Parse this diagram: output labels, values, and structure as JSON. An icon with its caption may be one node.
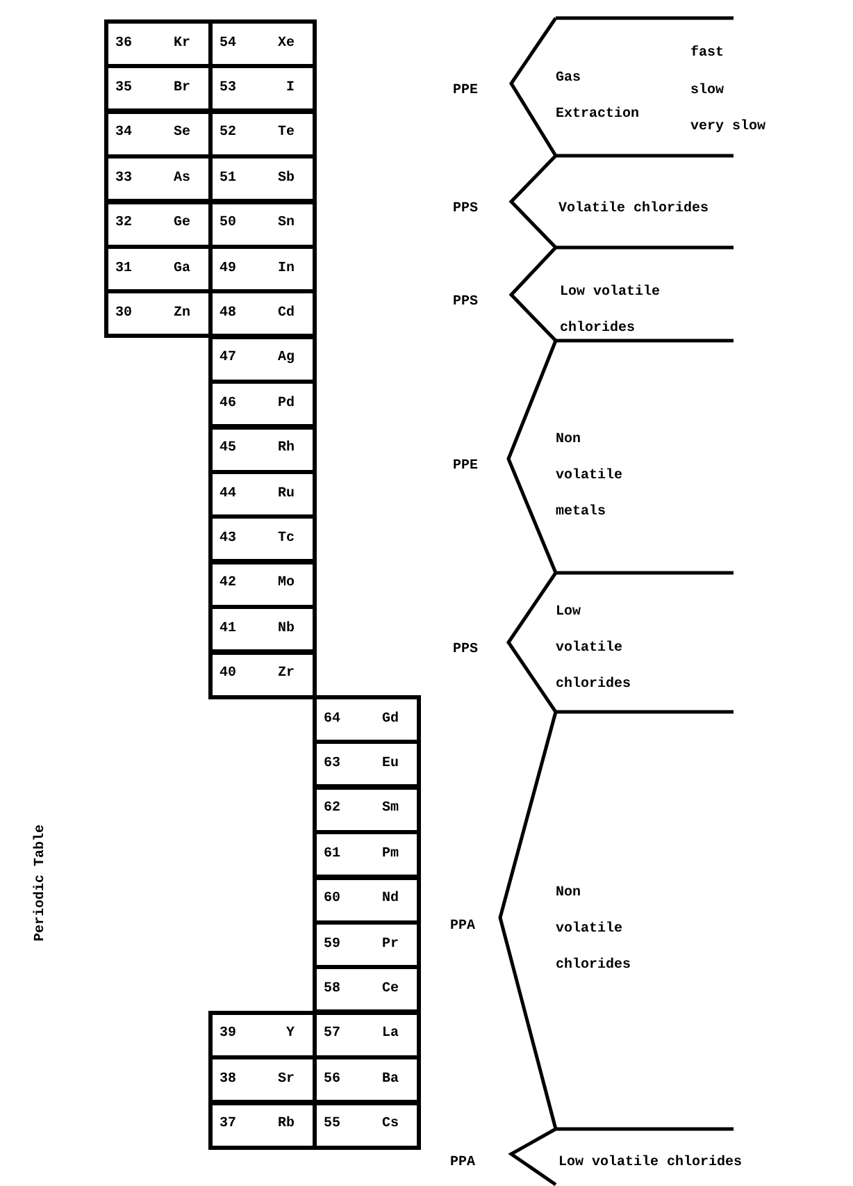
{
  "diagram": {
    "nodes": [
      {
        "text": [
          "36",
          "Kr"
        ]
      },
      {
        "text": [
          "54",
          "Xe"
        ]
      },
      {
        "text": [
          "35",
          "Br"
        ]
      },
      {
        "text": [
          "53",
          "I"
        ]
      },
      {
        "text": [
          "34",
          "Se"
        ]
      },
      {
        "text": [
          "52",
          "Te"
        ]
      },
      {
        "text": [
          "33",
          "As"
        ]
      },
      {
        "text": [
          "51",
          "Sb"
        ]
      },
      {
        "text": [
          "32",
          "Ge"
        ]
      },
      {
        "text": [
          "50",
          "Sn"
        ]
      },
      {
        "text": [
          "31",
          "Ga"
        ]
      },
      {
        "text": [
          "49",
          "In"
        ]
      },
      {
        "text": [
          "30",
          "Zn"
        ]
      },
      {
        "text": [
          "48",
          "Cd"
        ]
      },
      {
        "text": [
          "47",
          "Ag"
        ]
      },
      {
        "text": [
          "46",
          "Pd"
        ]
      },
      {
        "text": [
          "45",
          "Rh"
        ]
      },
      {
        "text": [
          "44",
          "Ru"
        ]
      },
      {
        "text": [
          "43",
          "Tc"
        ]
      },
      {
        "text": [
          "42",
          "Mo"
        ]
      },
      {
        "text": [
          "41",
          "Nb"
        ]
      },
      {
        "text": [
          "40",
          "Zr"
        ]
      },
      {
        "text": [
          "64",
          "Gd"
        ]
      },
      {
        "text": [
          "63",
          "Eu"
        ]
      },
      {
        "text": [
          "62",
          "Sm"
        ]
      },
      {
        "text": [
          "61",
          "Pm"
        ]
      },
      {
        "text": [
          "60",
          "Nd"
        ]
      },
      {
        "text": [
          "59",
          "Pr"
        ]
      },
      {
        "text": [
          "58",
          "Ce"
        ]
      },
      {
        "text": [
          "39",
          "Y"
        ]
      },
      {
        "text": [
          "57",
          "La"
        ]
      },
      {
        "text": [
          "38",
          "Sr"
        ]
      },
      {
        "text": [
          "56",
          "Ba"
        ]
      },
      {
        "text": [
          "37",
          "Rb"
        ]
      },
      {
        "text": [
          "55",
          "Cs"
        ]
      }
    ],
    "labels": [
      "PPE",
      "Gas Extraction",
      "fast",
      "slow",
      "very slow",
      "PPS",
      "Volatile chlorides",
      "PPS",
      "Low volatile chlorides",
      "PPE",
      "Non volatile metals",
      "PPS",
      "Low volatile chlorides",
      "Periodic Table",
      "PPA",
      "Non volatile chlorides",
      "PPA",
      "Low volatile chlorides"
    ]
  }
}
